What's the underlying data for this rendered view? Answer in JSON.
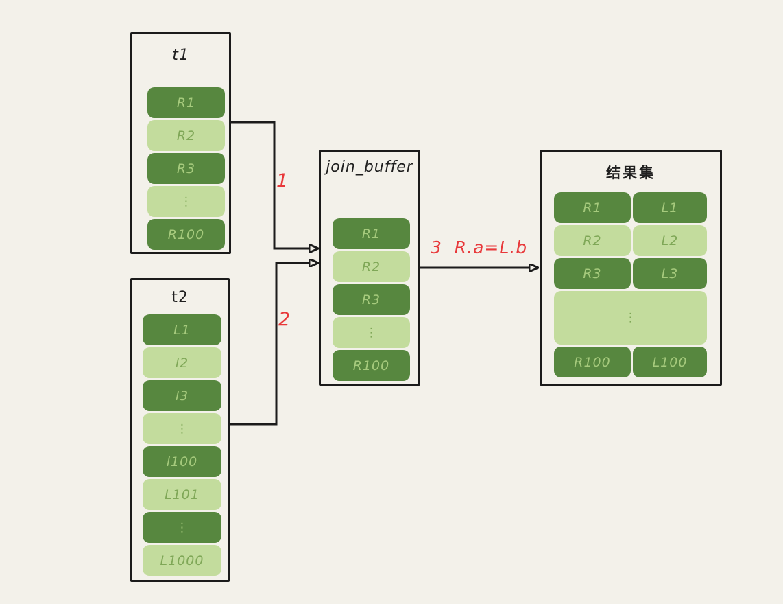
{
  "palette": {
    "bg": "#f3f1ea",
    "dark": "#57873f",
    "light": "#c3dc9d",
    "darkText": "#a6ca7d",
    "lightText": "#7fa757",
    "stroke": "#1b1b1b",
    "red": "#e8383a"
  },
  "t1": {
    "title": "t1",
    "rows": [
      {
        "label": "R1",
        "tone": "dark"
      },
      {
        "label": "R2",
        "tone": "light"
      },
      {
        "label": "R3",
        "tone": "dark"
      },
      {
        "label": "⋮",
        "tone": "light"
      },
      {
        "label": "R100",
        "tone": "dark"
      }
    ]
  },
  "t2": {
    "title": "t2",
    "rows": [
      {
        "label": "L1",
        "tone": "dark"
      },
      {
        "label": "l2",
        "tone": "light"
      },
      {
        "label": "l3",
        "tone": "dark"
      },
      {
        "label": "⋮",
        "tone": "light"
      },
      {
        "label": "l100",
        "tone": "dark"
      },
      {
        "label": "L101",
        "tone": "light"
      },
      {
        "label": "⋮",
        "tone": "dark"
      },
      {
        "label": "L1000",
        "tone": "light"
      }
    ]
  },
  "join_buffer": {
    "title": "join_buffer",
    "rows": [
      {
        "label": "R1",
        "tone": "dark"
      },
      {
        "label": "R2",
        "tone": "light"
      },
      {
        "label": "R3",
        "tone": "dark"
      },
      {
        "label": "⋮",
        "tone": "light"
      },
      {
        "label": "R100",
        "tone": "dark"
      }
    ]
  },
  "result": {
    "title": "结果集",
    "rows": [
      {
        "left": "R1",
        "right": "L1",
        "tone": "dark"
      },
      {
        "left": "R2",
        "right": "L2",
        "tone": "light"
      },
      {
        "left": "R3",
        "right": "L3",
        "tone": "dark"
      },
      {
        "label": "⋮",
        "tone": "light"
      },
      {
        "left": "R100",
        "right": "L100",
        "tone": "dark"
      }
    ]
  },
  "steps": {
    "step1": "1",
    "step2": "2",
    "step3": "3  R.a=L.b"
  }
}
